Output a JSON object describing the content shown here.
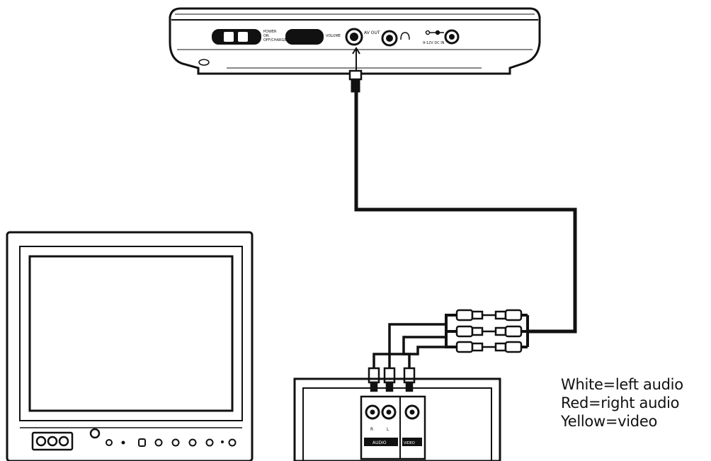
{
  "player": {
    "port_labels": {
      "power_switch": "POWER\nON\nOFF/CHARGE",
      "volume": "VOLUME",
      "av_out": "AV OUT",
      "dc_in": "9-12V DC IN"
    }
  },
  "av_panel": {
    "audio_label": "AUDIO",
    "video_label": "VIDEO",
    "r_label": "R",
    "l_label": "L"
  },
  "legend": {
    "white": "White=left audio",
    "red": "Red=right audio",
    "yellow": "Yellow=video"
  }
}
